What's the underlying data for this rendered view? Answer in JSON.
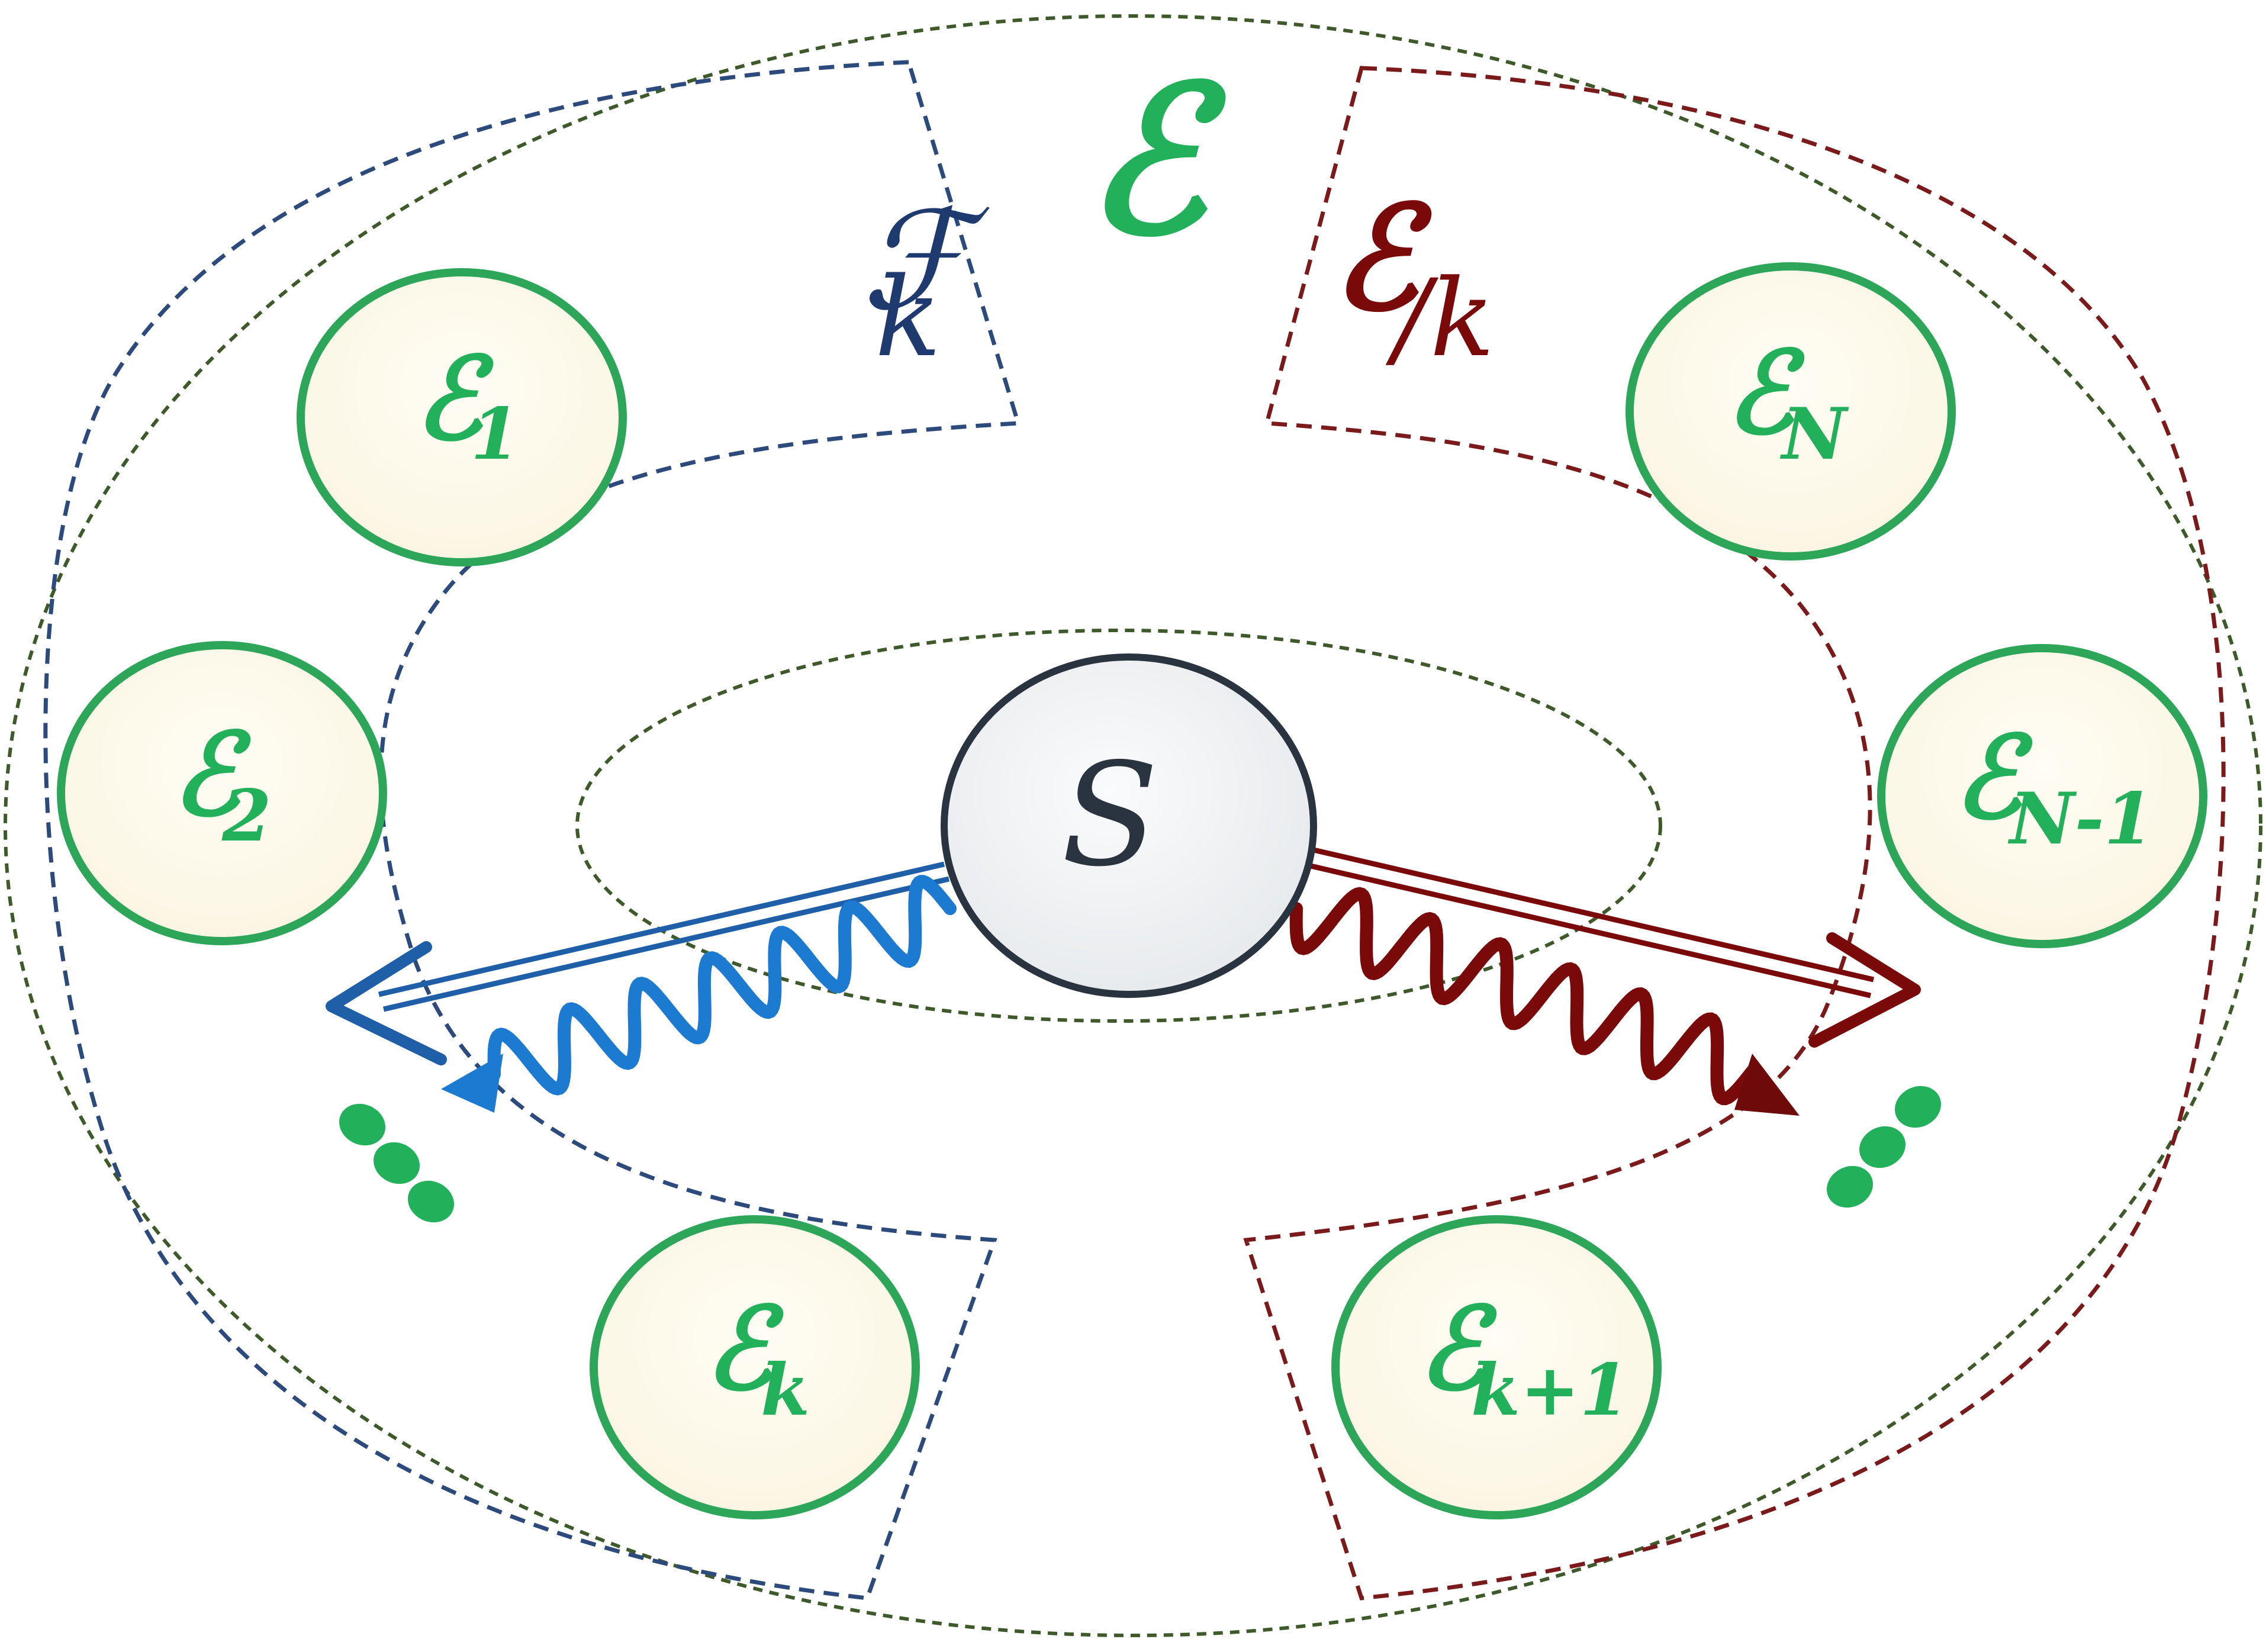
{
  "diagram": {
    "env_label": "ℰ",
    "fk_label": "ℱ",
    "fk_sub": "k",
    "rest_label": "ℰ",
    "rest_sub": "/k",
    "system_label": "S",
    "dots_left": "•••",
    "dots_right": "•••",
    "nodes": [
      {
        "id": "e1",
        "symbol": "ℰ",
        "sub": "1"
      },
      {
        "id": "e2",
        "symbol": "ℰ",
        "sub": "2"
      },
      {
        "id": "ek",
        "symbol": "ℰ",
        "sub": "k"
      },
      {
        "id": "ek1",
        "symbol": "ℰ",
        "sub": "k+1"
      },
      {
        "id": "en1",
        "symbol": "ℰ",
        "sub": "N-1"
      },
      {
        "id": "en",
        "symbol": "ℰ",
        "sub": "N"
      }
    ],
    "colors": {
      "env_green": "#22b05a",
      "node_fill": "#fdfaee",
      "node_stroke": "#2ea65a",
      "fk_navy": "#1f3a6e",
      "fk_dash": "#2d4a7c",
      "rest_red": "#7a0a0a",
      "rest_dash": "#7a1a1a",
      "outer_dash": "#3f5a2a",
      "system_fill": "#eef0f2",
      "system_stroke": "#2a3340",
      "blue_arrow": "#1f5fa8",
      "blue_wave": "#1c7ad0"
    }
  }
}
